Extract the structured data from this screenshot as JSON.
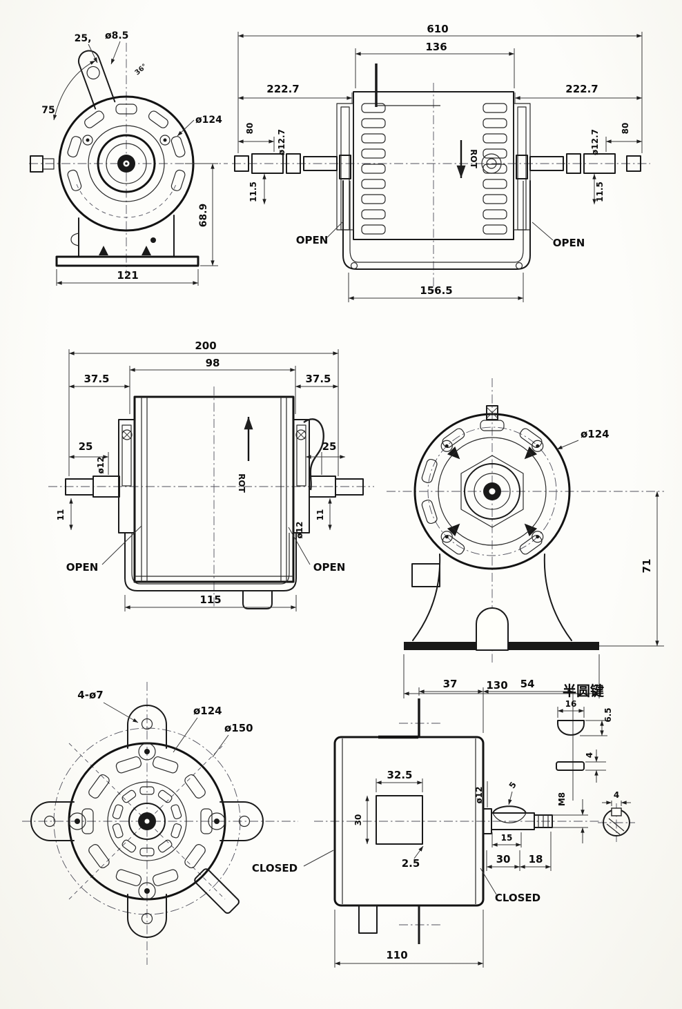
{
  "doc": {
    "kind": "scanned motor outline dimension drawing"
  },
  "v1": {
    "dim_tab_width": "25,",
    "dim_tab_hole": "ø8.5",
    "dim_tab_angle": "36°",
    "dim_arc": "75",
    "dim_body_dia": "ø124",
    "dim_center_height": "68.9",
    "dim_base_width": "121"
  },
  "v2": {
    "dim_overall_length": "610",
    "dim_core_length": "136",
    "dim_ext_left": "222.7",
    "dim_ext_right": "222.7",
    "dim_shaft_ext": "80",
    "dim_shaft_dia": "ø12.7",
    "dim_flat": "11.5",
    "label_open_left": "OPEN",
    "label_open_right": "OPEN",
    "label_rot": "ROT",
    "dim_bracket_width": "156.5"
  },
  "v3": {
    "dim_overall_length": "200",
    "dim_core_length": "98",
    "dim_side_left": "37.5",
    "dim_side_right": "37.5",
    "dim_shaft_ext": "25",
    "dim_shaft_dia": "ø12",
    "dim_flat": "11",
    "label_open_left": "OPEN",
    "label_open_right": "OPEN",
    "label_rot": "ROT",
    "dim_bracket_width": "115"
  },
  "v4": {
    "dim_body_dia": "ø124",
    "dim_center_height": "71",
    "dim_base_width": "130"
  },
  "v5": {
    "dim_mount_holes": "4-ø7",
    "dim_body_dia": "ø124",
    "dim_bolt_circle": "ø150"
  },
  "v6": {
    "dim_top_a": "37",
    "dim_top_b": "54",
    "dim_window_w": "32.5",
    "dim_window_h": "30",
    "dim_window_off": "2.5",
    "dim_shaft_dia": "ø12",
    "dim_key_h": "5",
    "dim_key_pos": "15",
    "dim_shaft_a": "30",
    "dim_shaft_b": "18",
    "dim_thread": "M8",
    "label_closed_left": "CLOSED",
    "label_closed_right": "CLOSED",
    "dim_base_width": "110"
  },
  "v7": {
    "title": "半圆键",
    "dim_key_w": "16",
    "dim_key_h": "6.5",
    "dim_key_t": "4",
    "dim_slot_w": "4"
  }
}
